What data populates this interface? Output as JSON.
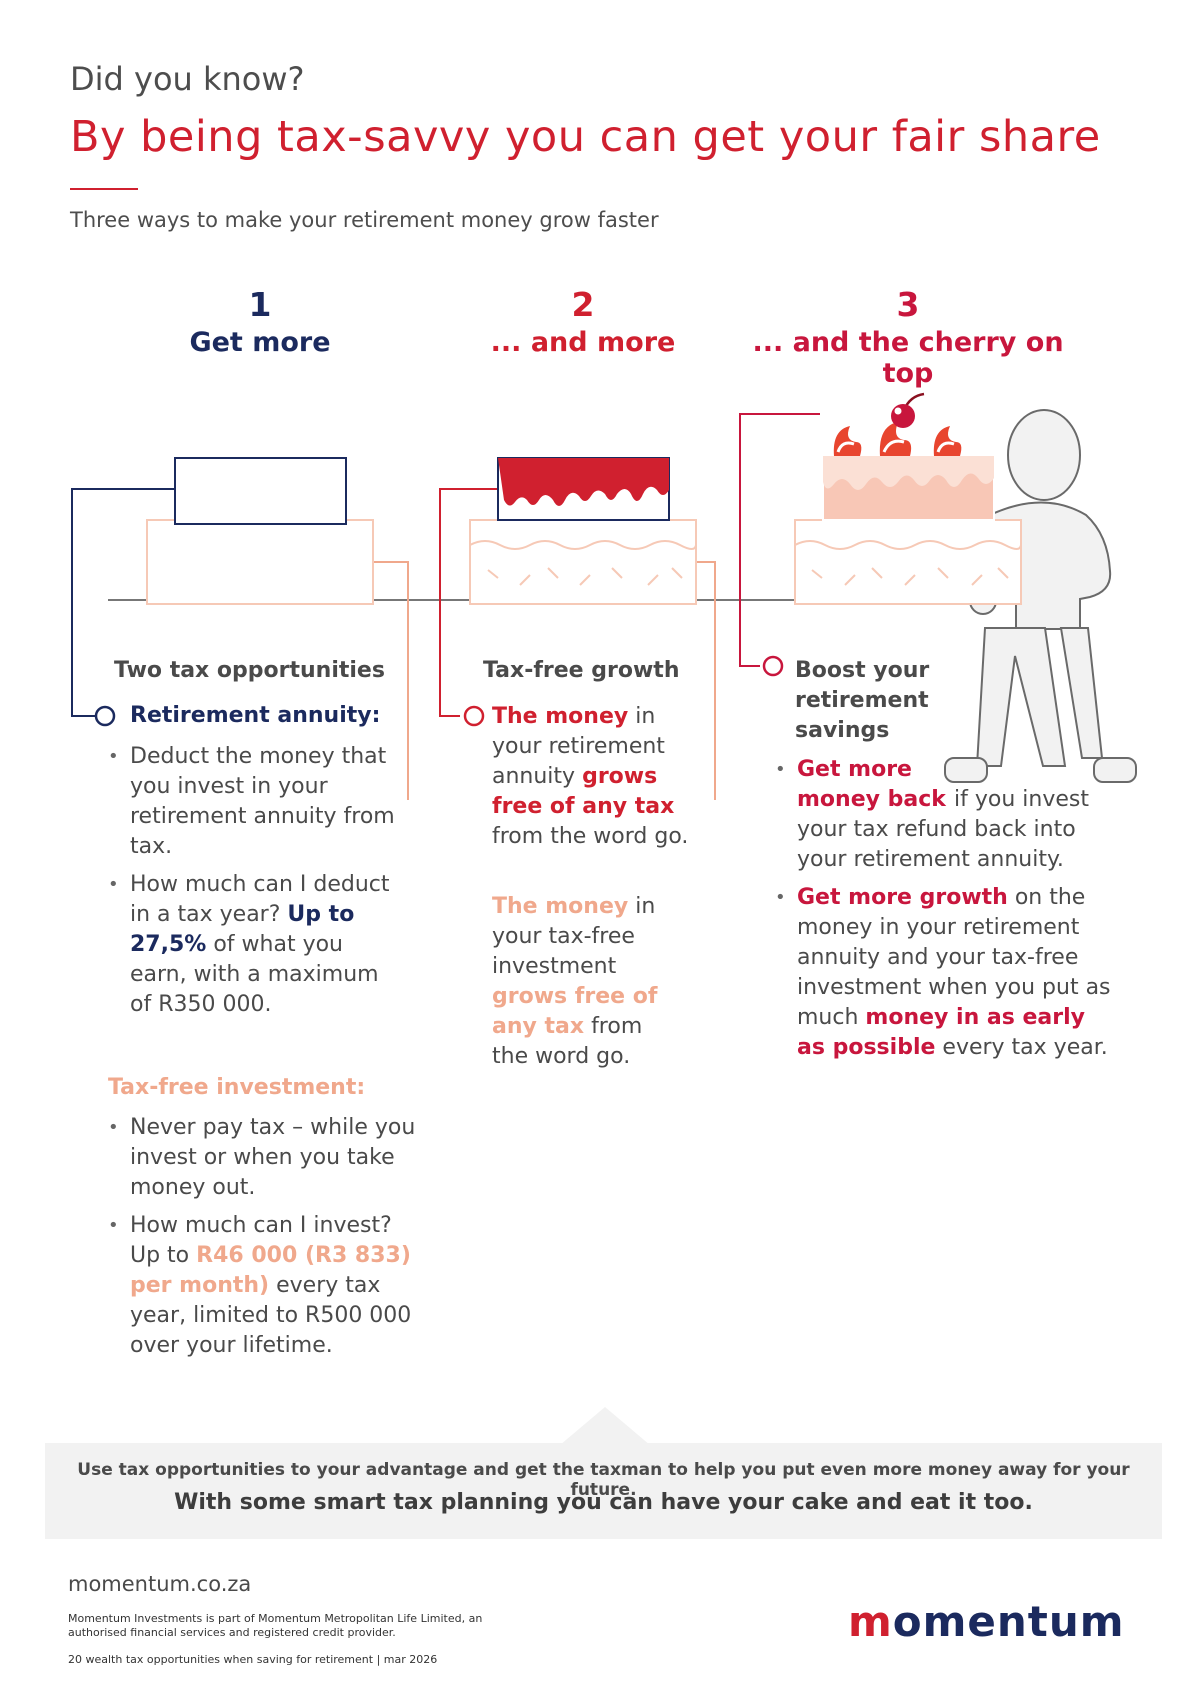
{
  "header": {
    "kicker": "Did you know?",
    "headline": "By being tax-savvy you can get your fair share",
    "subtitle": "Three ways to make your retirement money grow faster"
  },
  "steps": [
    {
      "number": "1",
      "title": "Get more"
    },
    {
      "number": "2",
      "title": "... and more"
    },
    {
      "number": "3",
      "title": "... and the cherry on top"
    }
  ],
  "col1": {
    "heading": "Two tax opportunities",
    "ra_label": "Retirement annuity:",
    "ra_bullet1": "Deduct the money that you invest in your retirement annuity from tax.",
    "ra_bullet2_a": "How much can I deduct in a tax year?",
    "ra_bullet2_hl": "Up to 27,5%",
    "ra_bullet2_b": "of what you earn, with a maximum of R350 000.",
    "tfi_label": "Tax-free investment:",
    "tfi_bullet1": "Never pay tax – while you invest or when you take money out.",
    "tfi_bullet2_a": "How much can I invest? Up to",
    "tfi_bullet2_hl": "R46 000 (R3 833) per month)",
    "tfi_bullet2_b": "every tax year, limited to R500 000 over your lifetime."
  },
  "col2": {
    "heading": "Tax-free growth",
    "p1_hl1": "The money",
    "p1_a": "in your retirement annuity",
    "p1_hl2": "grows free of any tax",
    "p1_b": "from the word go.",
    "p2_hl1": "The money",
    "p2_a": "in your tax-free investment",
    "p2_hl2": "grows free of any tax",
    "p2_b": "from the word go."
  },
  "col3": {
    "heading": "Boost your retirement savings",
    "b1_hl": "Get more money back",
    "b1_rest": "if you invest your tax refund back into your retirement annuity.",
    "b2_hl": "Get more growth",
    "b2_a": "on the money in your retirement annuity and your tax-free investment when you put as much",
    "b2_hl2": "money in as early as possible",
    "b2_b": "every tax year."
  },
  "footer": {
    "band_line1": "Use tax opportunities to your advantage and get the taxman to help you put even more money away for your future.",
    "band_line2": "With some smart tax planning you can have your cake and eat it too.",
    "site": "momentum.co.za",
    "legal": "Momentum Investments is part of Momentum Metropolitan Life Limited, an authorised financial services and registered credit provider.",
    "legal2": "20 wealth tax opportunities when saving for retirement | mar 2026",
    "logo_m": "m",
    "logo_rest": "omentum"
  },
  "colors": {
    "navy": "#1b2a5e",
    "red": "#d0202f",
    "crimson": "#c8163d",
    "peach": "#f0a88c"
  }
}
